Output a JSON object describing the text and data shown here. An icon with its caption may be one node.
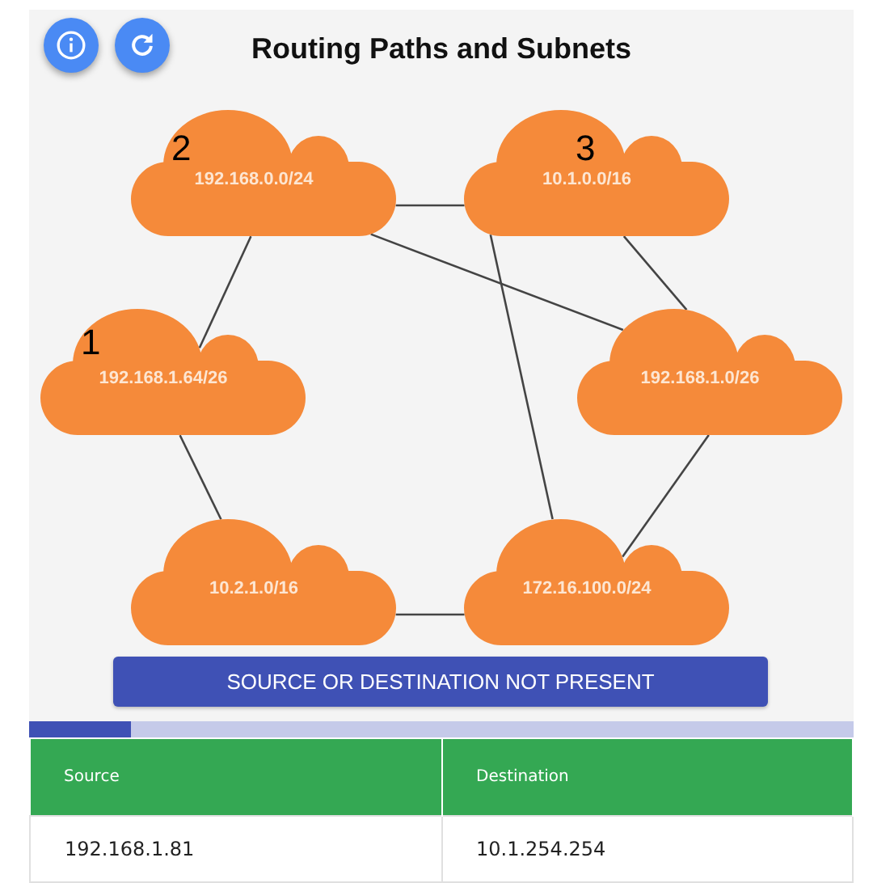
{
  "diagram": {
    "title": "Routing Paths and Subnets",
    "nodes": [
      {
        "text": [
          "192.168.0.0/24"
        ]
      },
      {
        "text": [
          "10.1.0.0/16"
        ]
      },
      {
        "text": [
          "192.168.1.64/26"
        ]
      },
      {
        "text": [
          "192.168.1.0/26"
        ]
      },
      {
        "text": [
          "10.2.1.0/16"
        ]
      },
      {
        "text": [
          "172.16.100.0/24"
        ]
      }
    ],
    "edges": [
      {
        "from": 0,
        "to": 1,
        "arrow": "none"
      },
      {
        "from": 0,
        "to": 2,
        "arrow": "none"
      },
      {
        "from": 0,
        "to": 3,
        "arrow": "none"
      },
      {
        "from": 1,
        "to": 3,
        "arrow": "none"
      },
      {
        "from": 1,
        "to": 5,
        "arrow": "none"
      },
      {
        "from": 2,
        "to": 4,
        "arrow": "none"
      },
      {
        "from": 3,
        "to": 5,
        "arrow": "none"
      },
      {
        "from": 4,
        "to": 5,
        "arrow": "none"
      }
    ],
    "labels": [
      "2",
      "3",
      "1",
      "SOURCE OR DESTINATION NOT PRESENT",
      "Source",
      "Destination",
      "192.168.1.81",
      "10.1.254.254"
    ]
  }
}
